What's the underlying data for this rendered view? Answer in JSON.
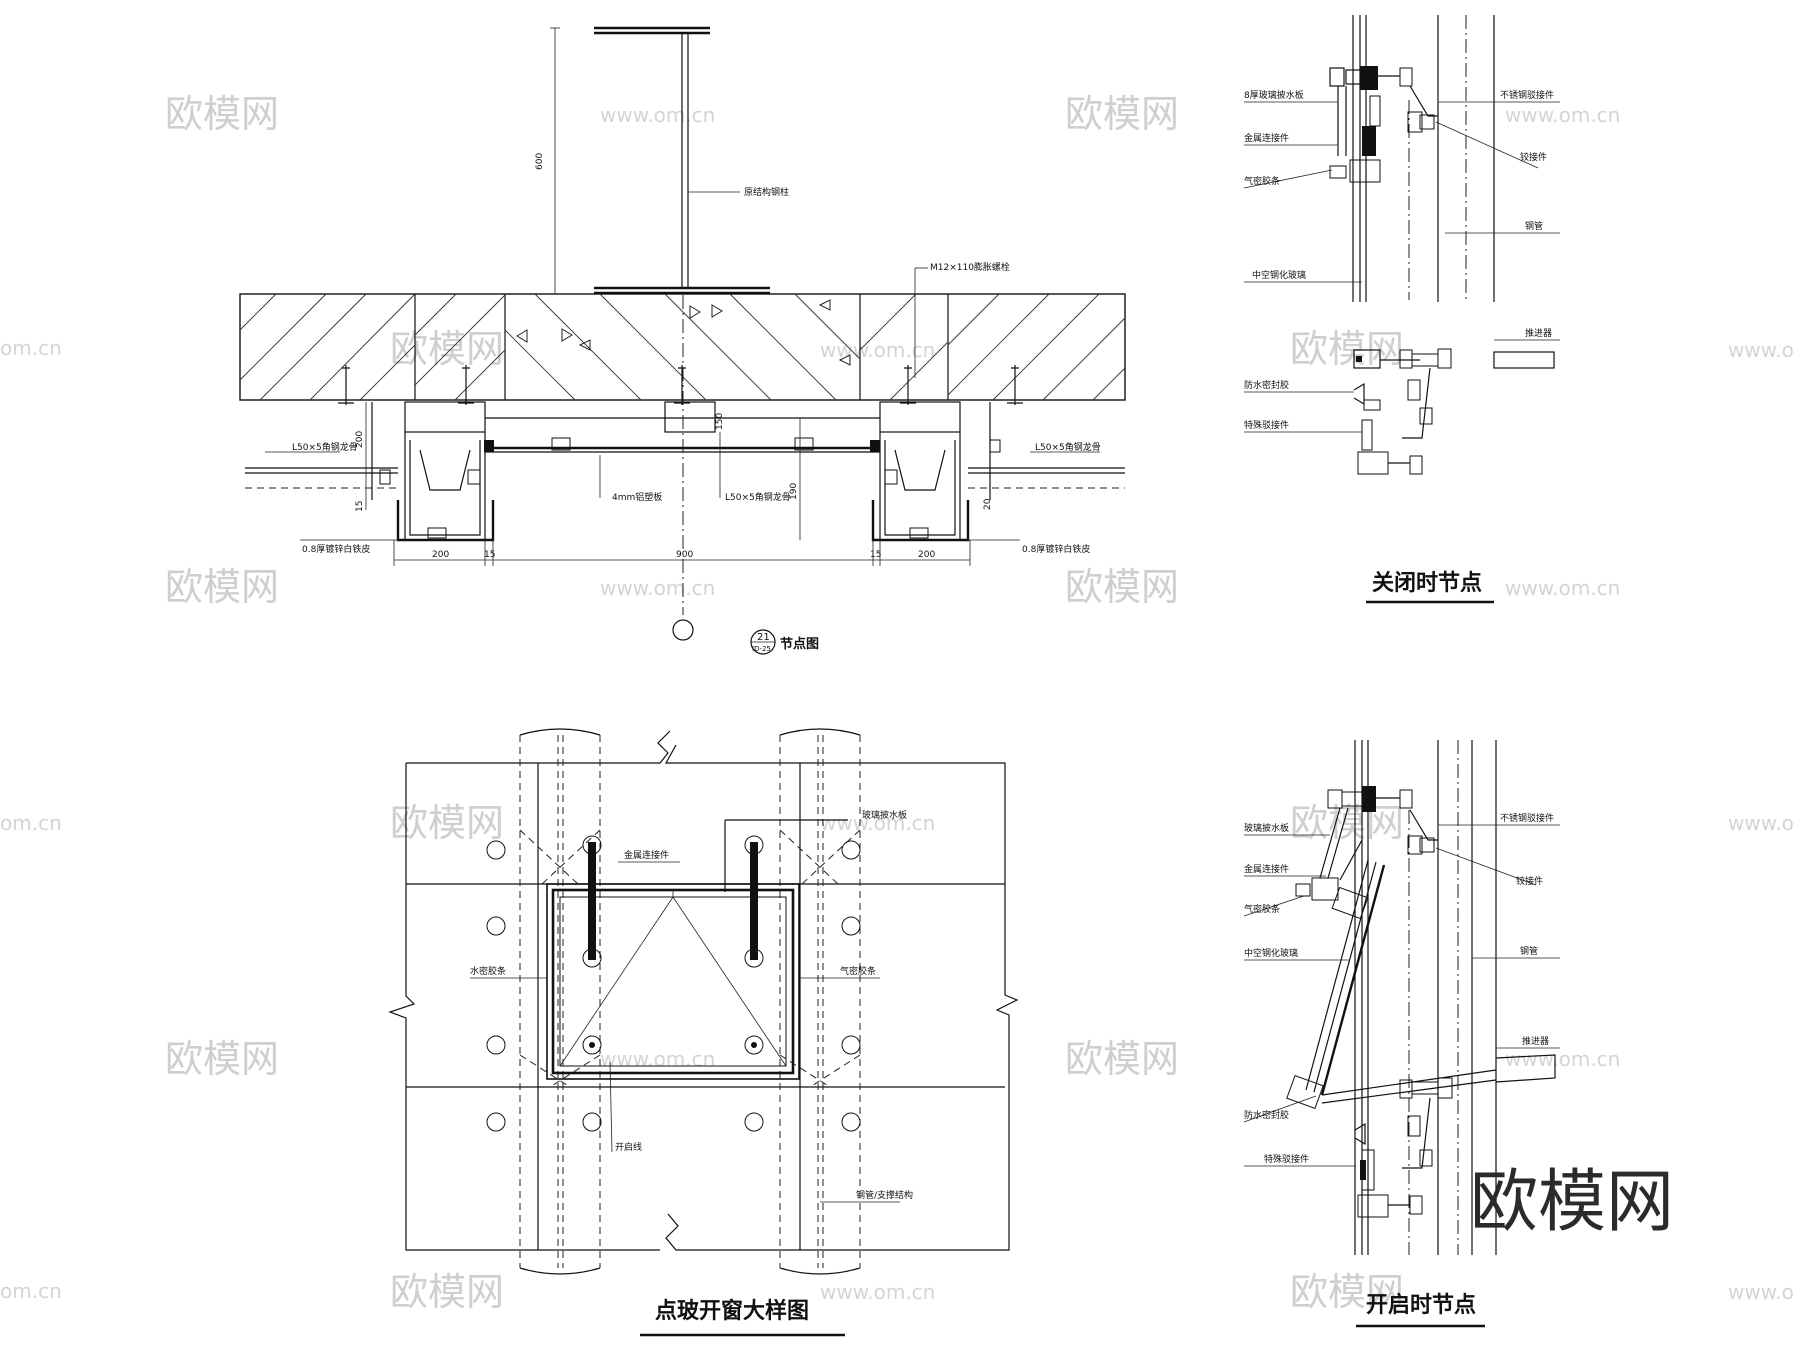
{
  "watermark": {
    "brand": "欧模网",
    "url": "www.om.cn",
    "url_left": "om.cn",
    "url_right": "www.o",
    "brand_large": "欧模网"
  },
  "node_plan": {
    "dim_height": "600",
    "column_label": "原结构钢柱",
    "anchor_label": "M12×110膨胀螺栓",
    "angle_left": "L50×5角钢龙骨",
    "angle_right": "L50×5角钢龙骨",
    "board_label": "4mm铝塑板",
    "angle_mid": "L50×5角钢龙骨",
    "sheet_left": "0.8厚镀锌白铁皮",
    "sheet_right": "0.8厚镀锌白铁皮",
    "dim_small_a": "200",
    "dim_small_b": "15",
    "dim_small_c": "190",
    "dim_small_d": "150",
    "dim_small_e": "20",
    "dim_bottom": [
      "200",
      "15",
      "900",
      "15",
      "200"
    ],
    "callout_number": "21",
    "callout_sheet": "ID-25",
    "title": "节点图"
  },
  "closed_node": {
    "title": "关闭时节点",
    "labels": {
      "stainless": "不锈钢驳接件",
      "drip": "8厚玻璃披水板",
      "metal_connector": "金属连接件",
      "hinge": "铰接件",
      "seal": "气密胶条",
      "steel_tube": "钢管",
      "glass": "中空钢化玻璃",
      "actuator": "推进器",
      "rubber": "防水密封胶",
      "special": "特殊驳接件"
    }
  },
  "open_node": {
    "title": "开启时节点",
    "labels": {
      "drip": "玻璃披水板",
      "stainless": "不锈钢驳接件",
      "metal_connector": "金属连接件",
      "hinge": "铰接件",
      "seal": "气密胶条",
      "glass": "中空钢化玻璃",
      "steel_tube": "钢管",
      "actuator": "推进器",
      "rubber": "防水密封胶",
      "special": "特殊驳接件"
    }
  },
  "window_elevation": {
    "title": "点玻开窗大样图",
    "labels": {
      "metal_connector": "金属连接件",
      "drip": "玻璃披水板",
      "water_seal": "水密胶条",
      "air_seal": "气密胶条",
      "opening_line": "开启线",
      "steel_structure": "钢管/支撑结构"
    }
  }
}
